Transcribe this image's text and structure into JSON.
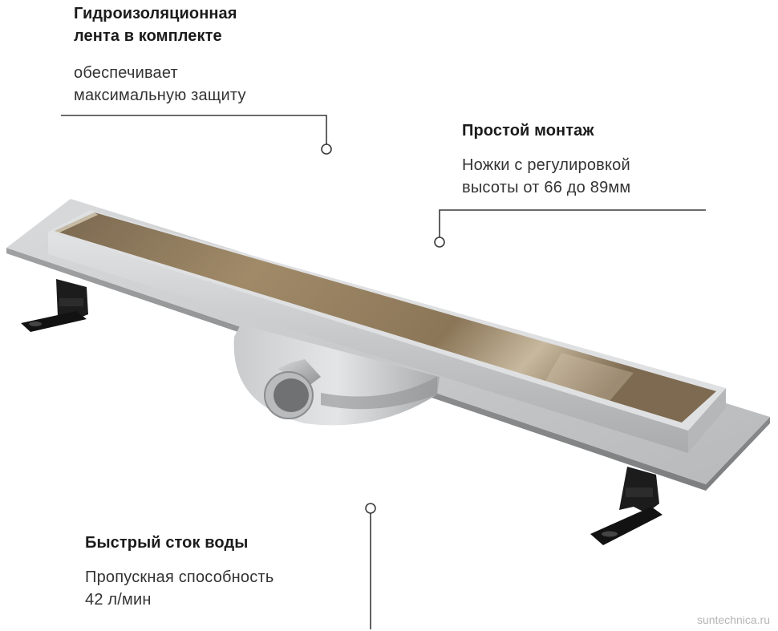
{
  "callouts": {
    "waterproof": {
      "title_line1": "Гидроизоляционная",
      "title_line2": "лента в комплекте",
      "desc_line1": "обеспечивает",
      "desc_line2": "максимальную защиту"
    },
    "mount": {
      "title": "Простой монтаж",
      "desc_line1": "Ножки с регулировкой",
      "desc_line2": "высоты от 66 до 89мм"
    },
    "flow": {
      "title": "Быстрый сток воды",
      "desc_line1": "Пропускная способность",
      "desc_line2": "42 л/мин"
    }
  },
  "watermark": "suntechnica.ru",
  "colors": {
    "line": "#3a3a3a",
    "plate": "#c4c6c8",
    "grate": "#9a8462",
    "legs": "#1a1a1a"
  }
}
